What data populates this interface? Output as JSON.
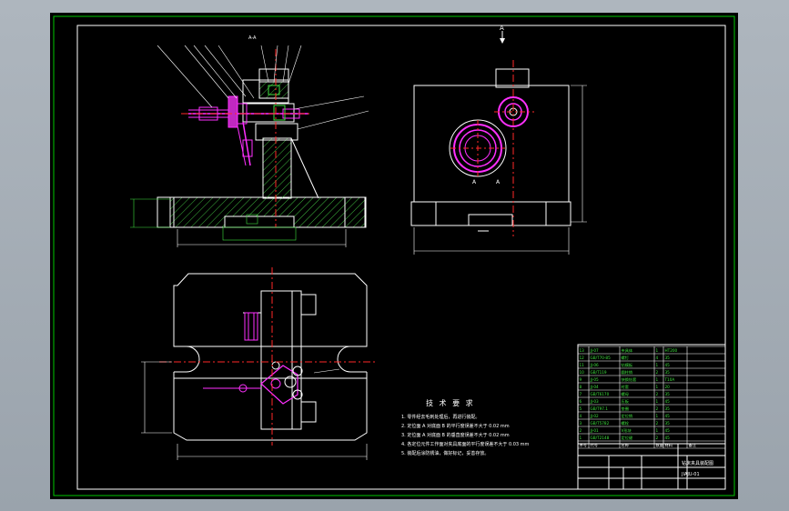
{
  "drawing": {
    "section_label": "A-A",
    "section_mark_top": "A",
    "view_marks": [
      "A",
      "A"
    ],
    "technical_requirements": {
      "title": "技 术 要 求",
      "items": [
        "1. 零件经去毛刺处理后，再进行装配。",
        "2. 定位面 A 对底面 B 的平行度误差不大于 0.02 mm",
        "3. 定位面 A 对底面 B 的垂直度误差不大于 0.02 mm",
        "4. 各定位元件工作面对夹具底面的平行度误差不大于 0.03 mm",
        "5. 装配后涂防锈油，做好标记，妥善存放。"
      ]
    },
    "title_block": {
      "drawing_name": "钻床夹具装配图",
      "drawing_code": "JIAJU-01",
      "headers": [
        "序号",
        "代号",
        "名称",
        "数量",
        "材料",
        "备注"
      ],
      "parts": [
        [
          "13",
          "JJ-07",
          "夹具体",
          "1",
          "HT200",
          ""
        ],
        [
          "12",
          "GB/T70-85",
          "螺钉",
          "4",
          "35",
          ""
        ],
        [
          "11",
          "JJ-06",
          "钻模板",
          "1",
          "45",
          ""
        ],
        [
          "10",
          "GB/T119",
          "圆柱销",
          "2",
          "35",
          ""
        ],
        [
          "9",
          "JJ-05",
          "快换钻套",
          "1",
          "T10A",
          ""
        ],
        [
          "8",
          "JJ-04",
          "衬套",
          "1",
          "20",
          ""
        ],
        [
          "7",
          "GB/T6170",
          "螺母",
          "2",
          "35",
          ""
        ],
        [
          "6",
          "JJ-03",
          "压板",
          "1",
          "45",
          ""
        ],
        [
          "5",
          "GB/T97.1",
          "垫圈",
          "2",
          "35",
          ""
        ],
        [
          "4",
          "JJ-02",
          "定位销",
          "1",
          "45",
          ""
        ],
        [
          "3",
          "GB/T5782",
          "螺栓",
          "2",
          "35",
          ""
        ],
        [
          "2",
          "JJ-01",
          "V形块",
          "1",
          "45",
          ""
        ],
        [
          "1",
          "GB/T2148",
          "定位键",
          "2",
          "45",
          ""
        ]
      ]
    }
  }
}
